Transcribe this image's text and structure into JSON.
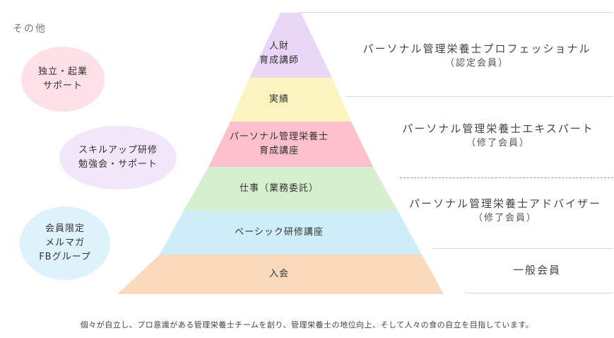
{
  "other_label": "その他",
  "bubbles": [
    {
      "lines": [
        "独立・起業",
        "サポート"
      ],
      "color": "#fde1e6"
    },
    {
      "lines": [
        "スキルアップ研修",
        "勉強会・サポート"
      ],
      "color": "#f2e6fb"
    },
    {
      "lines": [
        "会員限定",
        "メルマガ",
        "FBグループ"
      ],
      "color": "#ddf2fa"
    }
  ],
  "pyramid": {
    "tiers": [
      {
        "lines": [
          "人財",
          "育成講師"
        ],
        "color": "#ead6f7"
      },
      {
        "lines": [
          "実績"
        ],
        "color": "#fcf4bf"
      },
      {
        "lines": [
          "パーソナル管理栄養士",
          "育成講座"
        ],
        "color": "#fdc0cc"
      },
      {
        "lines": [
          "仕事（業務委託）"
        ],
        "color": "#d6efcf"
      },
      {
        "lines": [
          "ベーシック研修講座"
        ],
        "color": "#cdeef8"
      },
      {
        "lines": [
          "入会"
        ],
        "color": "#fbd9bd"
      }
    ]
  },
  "ranks": [
    {
      "main": "パーソナル管理栄養士プロフェッショナル",
      "sub": "（認定会員）"
    },
    {
      "main": "パーソナル管理栄養士エキスパート",
      "sub": "（修了会員）"
    },
    {
      "main": "パーソナル管理栄養士アドバイザー",
      "sub": "（修了会員）"
    },
    {
      "main": "一般会員",
      "sub": ""
    }
  ],
  "footer": "個々が自立し、プロ意識がある管理栄養士チームを創り、管理栄養士の地位向上、そして人々の食の自立を目指しています。"
}
